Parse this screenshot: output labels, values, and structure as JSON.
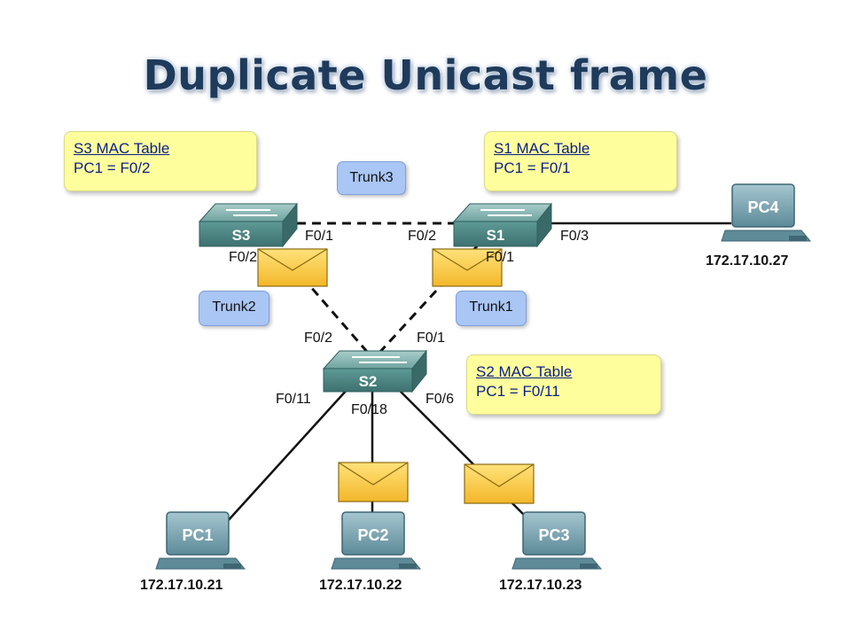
{
  "title": "Duplicate Unicast frame",
  "mac_tables": {
    "s3": {
      "header": "S3 MAC Table",
      "entry": "PC1 = F0/2"
    },
    "s1": {
      "header": "S1 MAC Table",
      "entry": "PC1 = F0/1"
    },
    "s2": {
      "header": "S2 MAC Table",
      "entry": "PC1 = F0/11"
    }
  },
  "trunks": {
    "trunk1": "Trunk1",
    "trunk2": "Trunk2",
    "trunk3": "Trunk3"
  },
  "switches": {
    "s1": "S1",
    "s2": "S2",
    "s3": "S3"
  },
  "ports": {
    "s3_f01": "F0/1",
    "s3_f02": "F0/2",
    "s1_f02": "F0/2",
    "s1_f01": "F0/1",
    "s1_f03": "F0/3",
    "s2_f02": "F0/2",
    "s2_f01": "F0/1",
    "s2_f011": "F0/11",
    "s2_f018": "F0/18",
    "s2_f06": "F0/6"
  },
  "pcs": [
    {
      "label": "PC1",
      "ip": "172.17.10.21"
    },
    {
      "label": "PC2",
      "ip": "172.17.10.22"
    },
    {
      "label": "PC3",
      "ip": "172.17.10.23"
    },
    {
      "label": "PC4",
      "ip": "172.17.10.27"
    }
  ],
  "colors": {
    "mac_table_bg": "#fffe9c",
    "trunk_bg": "#a9c6f5",
    "switch": "#4f8c8a",
    "envelope": "#f7cd3c",
    "pc": "#6f9aa8"
  }
}
